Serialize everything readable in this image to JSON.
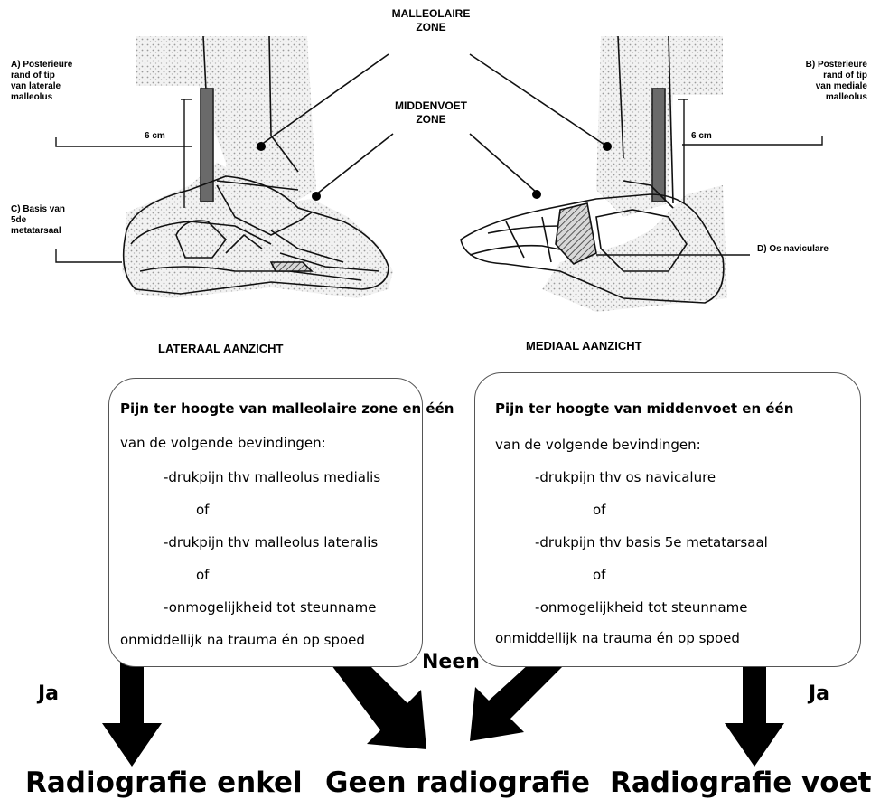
{
  "zones": {
    "malleolaire": "MALLEOLAIRE\nZONE",
    "middenvoet": "MIDDENVOET\nZONE"
  },
  "labels": {
    "a": "A) Posterieure\nrand of tip\nvan laterale\nmalleolus",
    "b": "B) Posterieure\nrand of tip\nvan mediale\nmalleolus",
    "c": "C) Basis van\n5de\nmetatarsaal",
    "d": "D) Os naviculare",
    "cm_left": "6 cm",
    "cm_right": "6 cm"
  },
  "views": {
    "lateral": "LATERAAL AANZICHT",
    "medial": "MEDIAAL AANZICHT"
  },
  "left_box": {
    "lines": [
      "Pijn ter hoogte van malleolaire zone en één",
      "van de volgende bevindingen:",
      "-drukpijn thv malleolus medialis",
      "of",
      "-drukpijn thv malleolus lateralis",
      "of",
      "-onmogelijkheid tot steunname",
      "onmiddellijk na trauma én op spoed"
    ]
  },
  "right_box": {
    "lines": [
      "Pijn ter hoogte van middenvoet en één",
      "van de volgende bevindingen:",
      "-drukpijn thv os navicalure",
      "of",
      "-drukpijn thv basis 5e metatarsaal",
      "of",
      "-onmogelijkheid tot steunname",
      "onmiddellijk na trauma én op spoed"
    ]
  },
  "answers": {
    "ja_left": "Ja",
    "neen": "Neen",
    "ja_right": "Ja"
  },
  "outcomes": {
    "left": "Radiografie enkel",
    "center": "Geen radiografie",
    "right": "Radiografie voet"
  }
}
